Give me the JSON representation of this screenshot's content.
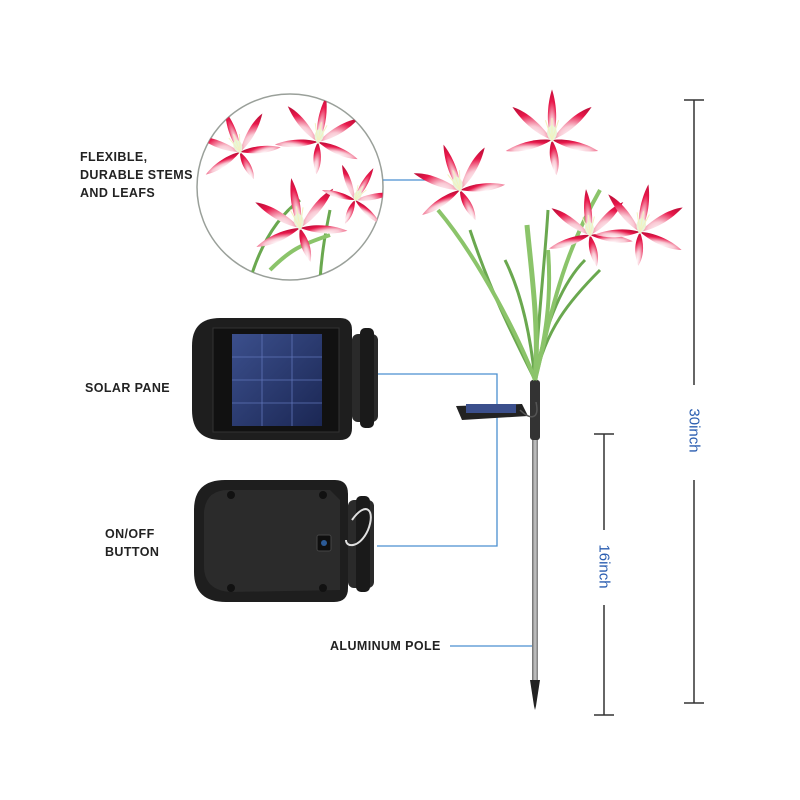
{
  "labels": {
    "stems_line1": "FLEXIBLE,",
    "stems_line2": "DURABLE STEMS",
    "stems_line3": "AND LEAFS",
    "solar": "SOLAR PANE",
    "button_line1": "ON/OFF",
    "button_line2": "BUTTON",
    "pole": "ALUMINUM POLE"
  },
  "dimensions": {
    "total_height": "30inch",
    "pole_height": "16inch"
  },
  "colors": {
    "accent_line": "#4a8fd0",
    "dimension_text": "#2a5db0",
    "petal": "#e8174a",
    "leaf": "#7ab85a",
    "panel_body": "#1e1e1e"
  }
}
